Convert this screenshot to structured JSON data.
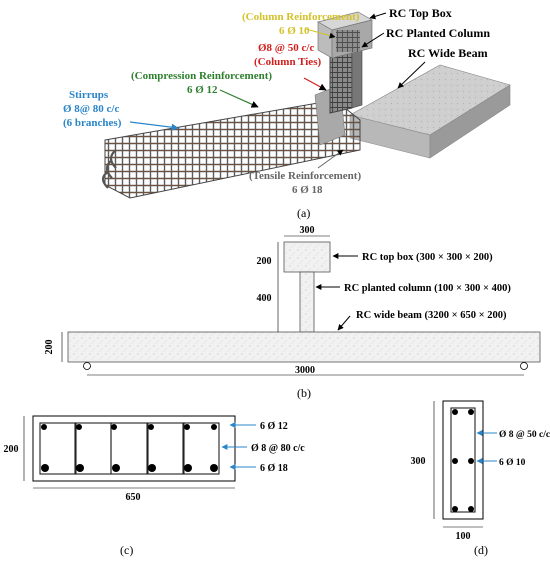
{
  "panel_a": {
    "caption": "(a)",
    "labels": {
      "column_reinf": "(Column Reinforcement)",
      "column_reinf_spec": "6 Ø 10",
      "ties_spec": "Ø8 @ 50 c/c",
      "ties_name": "(Column Ties)",
      "compression": "(Compression Reinforcement)",
      "compression_spec": "6 Ø 12",
      "stirrups": "Stirrups",
      "stirrups_spec": "Ø 8@ 80 c/c",
      "stirrups_branches": "(6 branches)",
      "tensile": "(Tensile Reinforcement)",
      "tensile_spec": "6 Ø 18",
      "top_box": "RC Top Box",
      "planted_column": "RC Planted Column",
      "wide_beam": "RC Wide Beam"
    },
    "colors": {
      "yellow": "#d4c22a",
      "red": "#d11f1f",
      "green": "#2f7f2f",
      "blue": "#2a85c9",
      "gray": "#666666"
    }
  },
  "panel_b": {
    "caption": "(b)",
    "dims": {
      "box_width": "300",
      "box_height": "200",
      "column_height": "400",
      "beam_height": "200",
      "span": "3000"
    },
    "labels": {
      "top_box": "RC top box (300 × 300 × 200)",
      "planted_column": "RC planted column (100 × 300 × 400)",
      "wide_beam": "RC wide beam (3200 × 650 × 200)"
    }
  },
  "panel_c": {
    "caption": "(c)",
    "dims": {
      "height": "200",
      "width": "650"
    },
    "labels": {
      "top_bars": "6 Ø 12",
      "stirrups": "Ø 8 @ 80 c/c",
      "bottom_bars": "6 Ø 18"
    }
  },
  "panel_d": {
    "caption": "(d)",
    "dims": {
      "height": "300",
      "width": "100"
    },
    "labels": {
      "ties": "Ø 8 @ 50 c/c",
      "bars": "6 Ø 10"
    }
  }
}
